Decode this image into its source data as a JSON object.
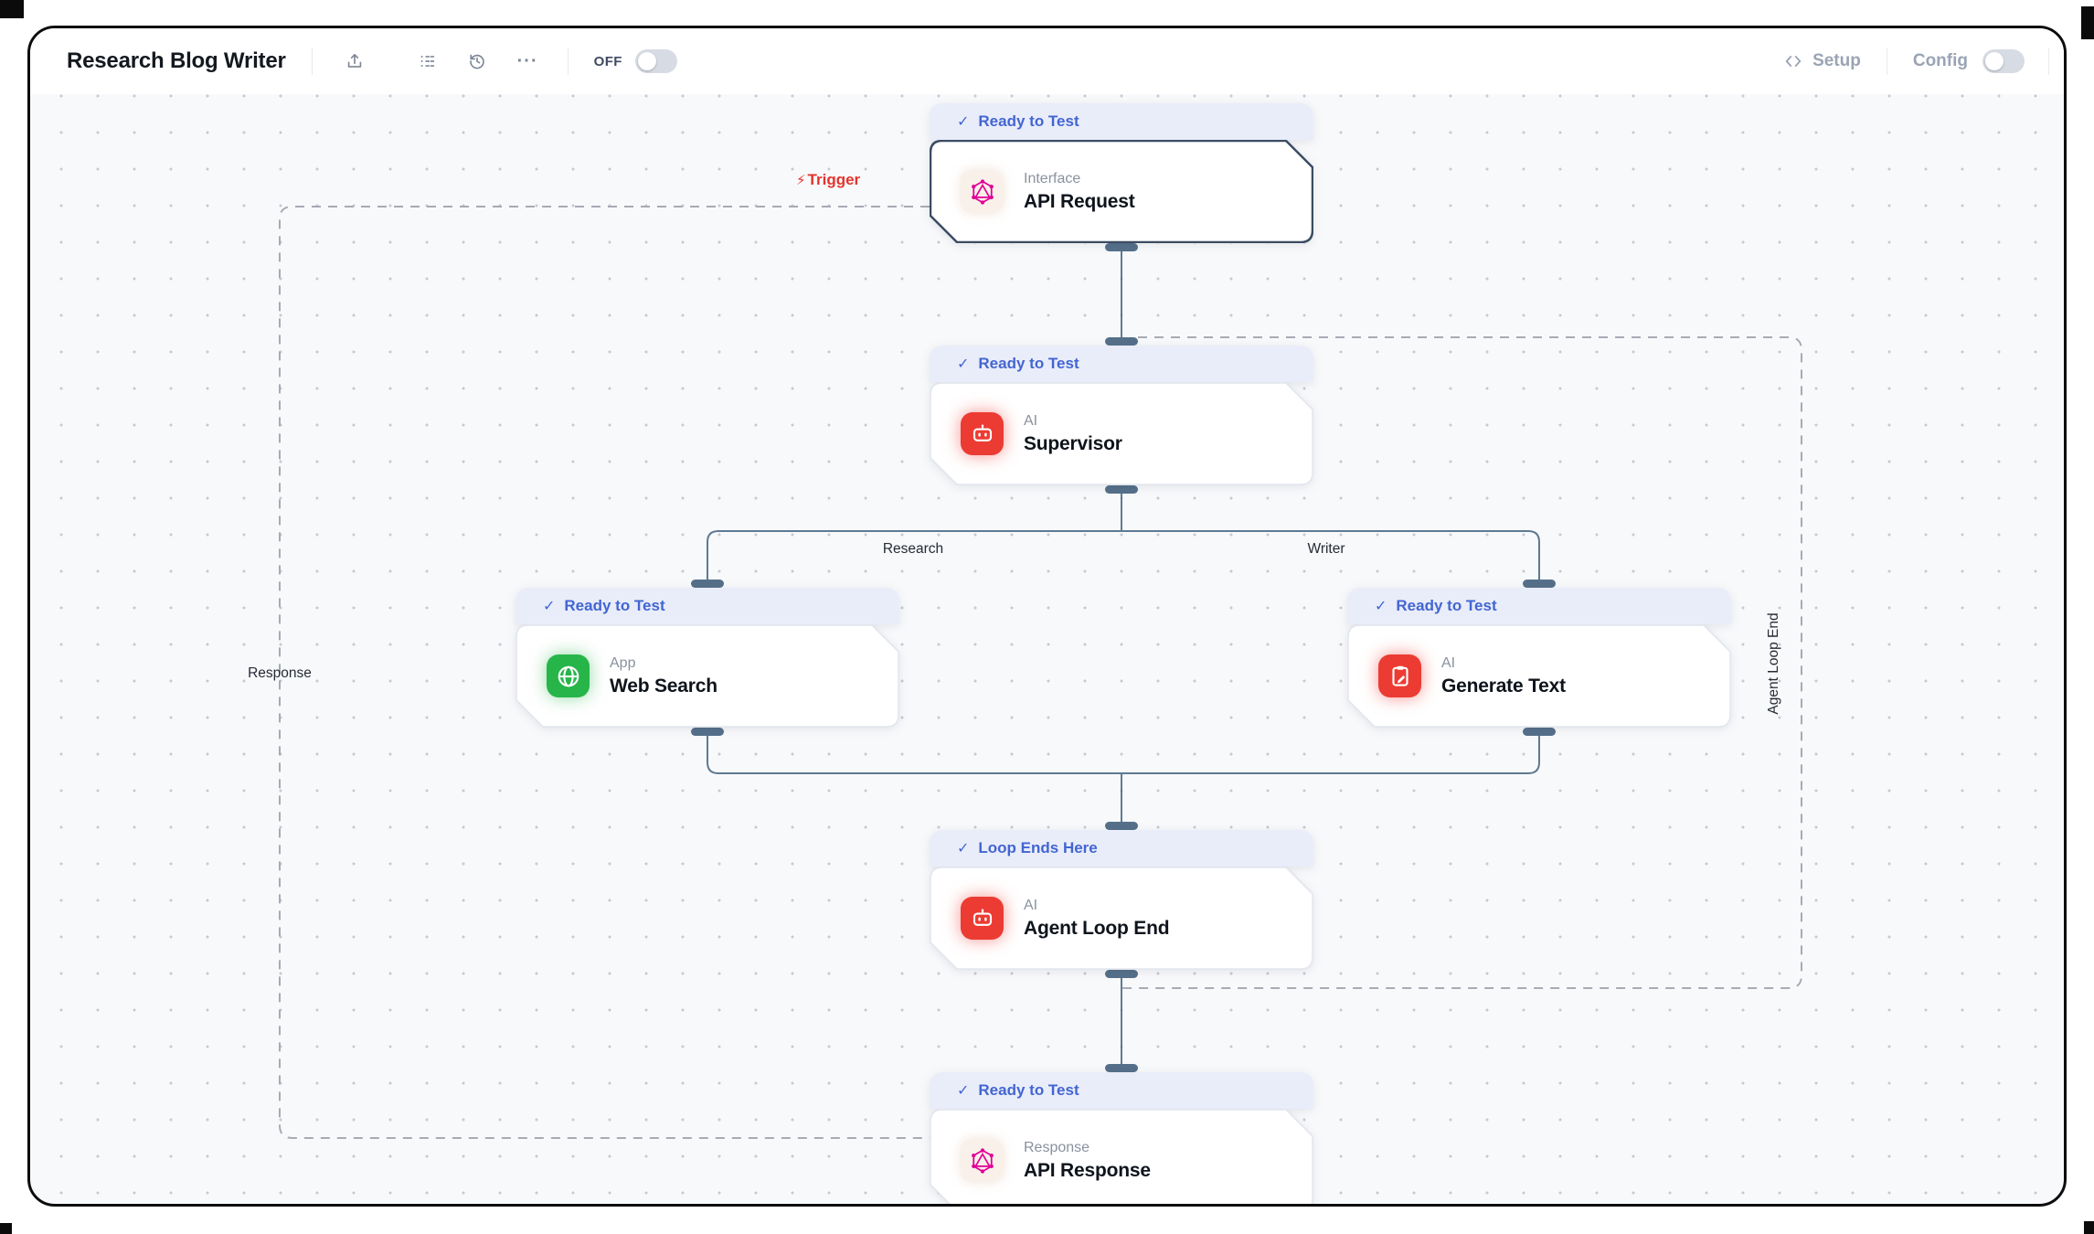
{
  "header": {
    "title": "Research Blog Writer",
    "off_label": "OFF",
    "setup_label": "Setup",
    "config_label": "Config"
  },
  "icons": {
    "check": "✓",
    "bolt": "⚡",
    "ellipsis": "···"
  },
  "nodes": {
    "api_request": {
      "badge": "Ready to Test",
      "category": "Interface",
      "title": "API Request"
    },
    "supervisor": {
      "badge": "Ready to Test",
      "category": "AI",
      "title": "Supervisor"
    },
    "web_search": {
      "badge": "Ready to Test",
      "category": "App",
      "title": "Web Search"
    },
    "generate_text": {
      "badge": "Ready to Test",
      "category": "AI",
      "title": "Generate Text"
    },
    "agent_loop_end": {
      "badge": "Loop Ends Here",
      "category": "AI",
      "title": "Agent Loop End"
    },
    "api_response": {
      "badge": "Ready to Test",
      "category": "Response",
      "title": "API Response"
    }
  },
  "labels": {
    "trigger": "Trigger",
    "research": "Research",
    "writer": "Writer",
    "response": "Response",
    "agent_loop_end": "Agent Loop End"
  },
  "colors": {
    "badge_text": "#4365d2",
    "badge_bg": "#e9edf9",
    "edge": "#5e7a92",
    "connector_pill": "#56708a",
    "dashed_edge": "#a6abb3",
    "trigger_red": "#e5332e",
    "ai_red": "#ec3b33",
    "app_green": "#27b54a",
    "graphql_pink": "#e10098",
    "canvas_bg": "#f8f9fb"
  }
}
